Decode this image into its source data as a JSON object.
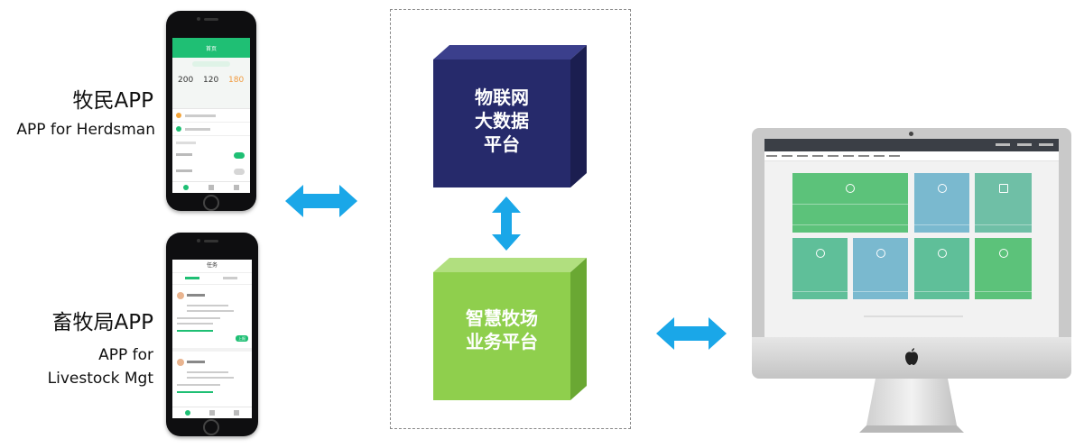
{
  "left_labels": {
    "herdsman_cn": "牧民APP",
    "herdsman_en": "APP for Herdsman",
    "bureau_cn": "畜牧局APP",
    "bureau_en_line1": "APP for",
    "bureau_en_line2": "Livestock Mgt"
  },
  "center": {
    "iot_box": [
      "物联网",
      "大数据",
      "平台"
    ],
    "biz_box": [
      "智慧牧场",
      "业务平台"
    ]
  },
  "colors": {
    "arrow": "#1aa7e8",
    "iot_front": "#262a6b",
    "biz_front": "#8fcf4d",
    "app_green": "#1fbf74",
    "tile_green": "#5cc27a",
    "tile_blue": "#7ab9cf"
  },
  "phone1": {
    "header": "首页",
    "stats": [
      "200",
      "120",
      "180"
    ]
  },
  "phone2": {
    "header": "任务",
    "button": "上报"
  },
  "imac": {
    "tile_labels": [
      "",
      "",
      "",
      "",
      "",
      "",
      ""
    ]
  }
}
